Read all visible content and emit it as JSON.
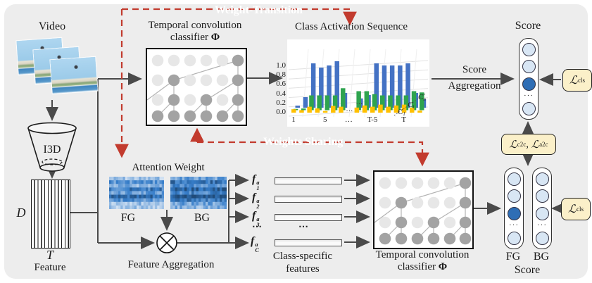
{
  "figure": {
    "video_label": "Video",
    "i3d_label": "I3D",
    "feature": {
      "d": "D",
      "t": "T",
      "label": "Feature"
    },
    "classifier_top": {
      "line1": "Temporal convolution",
      "line2": "classifier ",
      "symbol": "Φ"
    },
    "classifier_bottom": {
      "line1": "Temporal convolution",
      "line2": "classifier ",
      "symbol": "Φ"
    },
    "weight_transition_label": "Weight-Transition",
    "weights_sharing_label": "Weights Sharing",
    "attention": {
      "title": "Attention Weight",
      "fg": "FG",
      "bg": "BG"
    },
    "feature_aggregation_label": "Feature Aggregation",
    "class_features": {
      "rows": [
        {
          "base": "f",
          "sub": "1",
          "sup": "a"
        },
        {
          "base": "f",
          "sub": "2",
          "sup": "a"
        },
        {
          "base": "f",
          "sub": "3",
          "sup": "a"
        },
        {
          "base": "f",
          "sub": "C",
          "sup": "a"
        }
      ],
      "dots": "⋯",
      "label_line1": "Class-specific",
      "label_line2": "features"
    },
    "score_top": {
      "title": "Score",
      "aggregation_line1": "Score",
      "aggregation_line2": "Aggregation",
      "cells": [
        "light",
        "light",
        "dark",
        "dots",
        "light"
      ]
    },
    "score_bottom": {
      "fg_label": "FG",
      "bg_label": "BG",
      "title": "Score",
      "fg_cells": [
        "light",
        "light",
        "dark",
        "dots",
        "light"
      ],
      "bg_cells": [
        "light",
        "light",
        "light",
        "dots",
        "light"
      ]
    },
    "losses": {
      "cls_top": {
        "sym": "ℒ",
        "sub": "cls"
      },
      "cls_bottom": {
        "sym": "ℒ",
        "sub": "cls"
      },
      "pair": {
        "sym1": "ℒ",
        "sub1": "c2c",
        "sep": ",",
        "sym2": "ℒ",
        "sub2": "a2c"
      }
    },
    "colors": {
      "panel_bg": "#ededed",
      "arrow_gray": "#4a4a4a",
      "red_badge": "#e02417",
      "red_dash": "#c23b2e",
      "node_active": "#a3a3a3",
      "node_inactive": "#e7e7e7",
      "node_edge": "#b3b3b3",
      "circle_light": "#d8e6f4",
      "circle_dark": "#2f6eb5",
      "loss_bg": "#fbf0c9",
      "heat_blue": "#2e75b6"
    }
  },
  "chart_data": {
    "type": "bar",
    "title": "Class Activation Sequence",
    "xlabel": "",
    "ylabel": "",
    "ylim": [
      0,
      1.2
    ],
    "y_ticks": [
      "1.0",
      "0.8",
      "0.6",
      "0.4",
      "0.2",
      "0.0"
    ],
    "x_tick_labels": [
      {
        "index": 0,
        "text": "1"
      },
      {
        "index": 4,
        "text": "5"
      },
      {
        "index": 7,
        "text": "…"
      },
      {
        "index": 10,
        "text": "T-5"
      },
      {
        "index": 14,
        "text": "T"
      }
    ],
    "depth_axis_labels": [
      {
        "base": "C",
        "sub": "1"
      },
      {
        "base": "C",
        "sub": "i"
      },
      {
        "base": "C",
        "sub": "n"
      }
    ],
    "gap_index": 7,
    "grid": true,
    "legend_position": "none",
    "series": [
      {
        "name": "C1 (foreground class, front row)",
        "color": "#FFC000",
        "values": [
          0.08,
          0.06,
          0.14,
          0.1,
          0.04,
          0.16,
          0.14,
          null,
          0.12,
          0.17,
          0.14,
          0.19,
          0.14,
          0.17,
          0.19,
          0.12,
          0.05
        ]
      },
      {
        "name": "Ci (middle row)",
        "color": "#2EA44E",
        "values": [
          0.03,
          0.04,
          0.35,
          0.35,
          0.35,
          0.35,
          0.52,
          null,
          0.45,
          0.45,
          0.38,
          0.35,
          0.35,
          0.35,
          0.35,
          0.45,
          0.42
        ]
      },
      {
        "name": "Cn (back row)",
        "color": "#4472C4",
        "values": [
          0.05,
          0.25,
          1.05,
          0.95,
          1.0,
          1.1,
          0.35,
          null,
          0.22,
          0.3,
          1.05,
          1.0,
          1.0,
          1.0,
          1.05,
          0.35,
          0.2
        ]
      }
    ]
  }
}
